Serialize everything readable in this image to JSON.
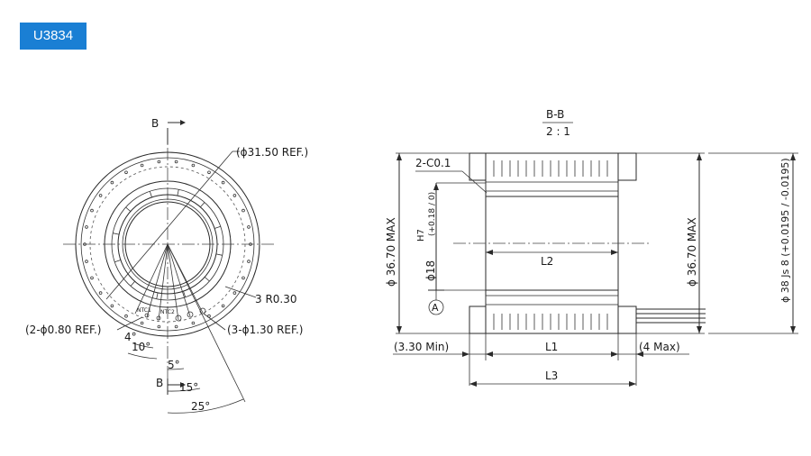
{
  "header": {
    "model": "U3834"
  },
  "front_view": {
    "section_marker": "B",
    "dia_ref": "(ϕ31.50 REF.)",
    "radius": "3 R0.30",
    "holes_small": "(2-ϕ0.80 REF.)",
    "holes_large": "(3-ϕ1.30 REF.)",
    "ntc1": "NTC1",
    "ntc2": "NTC2",
    "angle_4": "4°",
    "angle_10": "10°",
    "angle_5": "5°",
    "angle_15": "15°",
    "angle_25": "25°"
  },
  "section_view": {
    "title": "B-B",
    "scale": "2 : 1",
    "chamfer": "2-C0.1",
    "bore_fit": "H7",
    "bore_tol": "(+0.18 / 0)",
    "bore_dia": "ϕ18",
    "datum": "A",
    "od_max_left": "ϕ 36.70 MAX",
    "od_max_right": "ϕ 36.70 MAX",
    "od_fit": "ϕ 38 Js 8 (+0.0195 / -0.0195)",
    "l1": "L1",
    "l2": "L2",
    "l3": "L3",
    "min_left": "(3.30 Min)",
    "max_right": "(4 Max)"
  },
  "colors": {
    "badge_bg": "#1a7fd4",
    "badge_text": "#ffffff",
    "line": "#2a2a2a"
  }
}
